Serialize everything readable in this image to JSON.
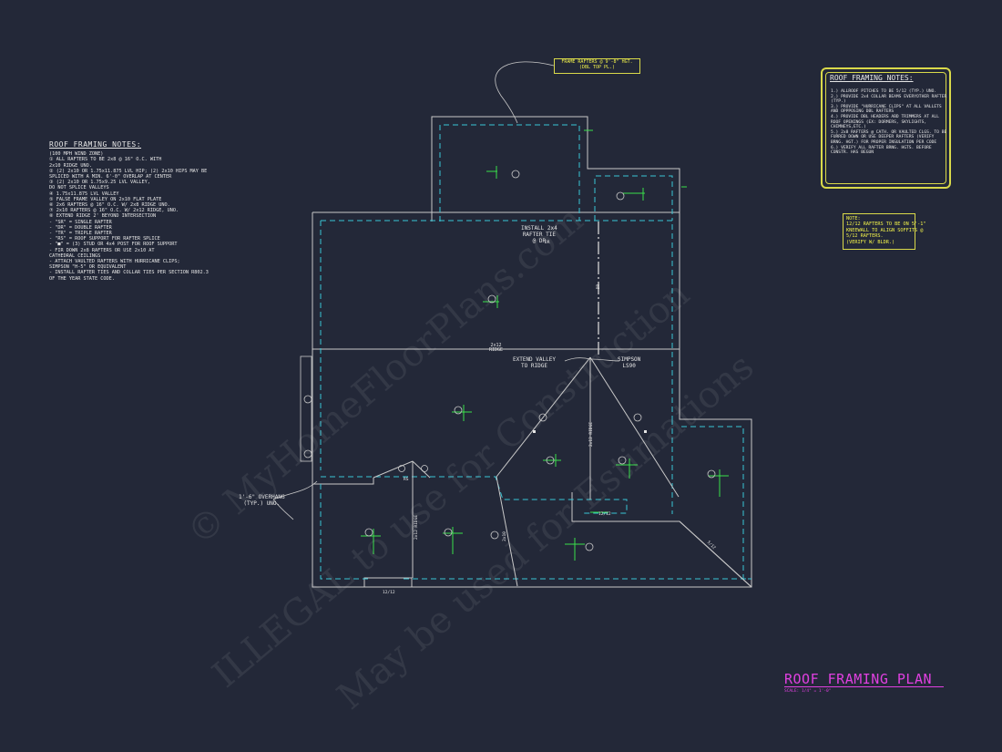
{
  "left_notes": {
    "title": "ROOF FRAMING NOTES:",
    "lines": [
      "(100 MPH WIND ZONE)",
      "① ALL RAFTERS TO BE 2x8 @ 16\" O.C. WITH",
      "   2x10 RIDGE UNO.",
      "② (2) 2x10 OR 1.75x11.875 LVL HIP; (2) 2x10 HIPS MAY BE",
      "   SPLICED WITH A MIN. 6'-0\" OVERLAP AT CENTER",
      "③ (2) 2x10 OR 1.75x9.25 LVL VALLEY,",
      "   DO NOT SPLICE VALLEYS",
      "④ 1.75x11.875 LVL VALLEY",
      "⑤ FALSE FRAME VALLEY ON 2x10 FLAT PLATE",
      "⑥ 2x6 RAFTERS @ 16\" O.C. W/ 2x8 RIDGE UNO.",
      "⑦ 2x10 RAFTERS @ 16\" O.C. W/ 2x12 RIDGE, UNO.",
      "⑧ EXTEND RIDGE 2' BEYOND INTERSECTION",
      "- \"SR\" = SINGLE RAFTER",
      "- \"DR\" = DOUBLE RAFTER",
      "- \"TR\" = TRIPLE RAFTER",
      "- \"RS\" = ROOF SUPPORT FOR RAFTER SPLICE",
      "- \"■\" = (3) STUD OR 4x4 POST FOR ROOF SUPPORT",
      "- FIR DOWN 2x8 RAFTERS OR USE 2x10 AT",
      "  CATHEDRAL CEILINGS",
      "- ATTACH VAULTED RAFTERS WITH HURRICANE CLIPS;",
      "  SIMPSON \"H-5\" OR EQUIVALENT",
      "- INSTALL RAFTER TIES AND COLLAR TIES PER SECTION R802.3",
      "  OF THE YEAR STATE CODE."
    ]
  },
  "right_notes": {
    "title": "ROOF FRAMING NOTES:",
    "lines": [
      "1.) ALLROOF PITCHES TO BE  5/12 (TYP.) UNO.",
      "2.) PROVIDE 2x4 COLLAR BEAMS EVERYOTHER RAFTER (TYP.)",
      "3.) PROVIDE \"HURRICANE CLIPS\" AT ALL VALLETS AND OPPPOSING DBL RAFTERS",
      "4.) PROVIDE DBL HEADERS ABD TRIMMERS AT ALL ROOF OPENINGS (EX: DORMERS, SKYLIGHTS, CHIMNEYS,ETC.)",
      "5.) 2x8 RAFTERS @ CATH. OR VAULTED CLGS. TO BE FURRED DOWN OR USE DEEPER RAFTERS (VERIFY BRNG. HGT.) FOR PROPER INSULATION PER CODE",
      "6.) VERIFY ALL RAFTER BRNG. HGTS. BEFORE CONSTR. HAS BEGUN"
    ]
  },
  "note_box": {
    "lines": [
      "NOTE:",
      "12/12 RAFTERS TO BE ON 5'-1\"",
      "KNEEWALL TO ALIGN SOFFITS @",
      "5/12 RAFTERS.",
      "(VERIFY W/ BLDR.)"
    ]
  },
  "callouts": {
    "frame_rafters": [
      "FRAME RAFTERS @ 9'-8\" HGT.",
      "(DBL TOP PL.)"
    ],
    "install_tie": [
      "INSTALL 2x4",
      "RAFTER TIE",
      "@ DR"
    ],
    "ridge_2x2": [
      "2x12",
      "RIDGE"
    ],
    "extend_valley": [
      "EXTEND VALLEY",
      "TO RIDGE"
    ],
    "simpson": [
      "SIMPSON",
      "LS90"
    ],
    "overhang": [
      "1'-6\" OVERHANG",
      "(TYP.) UNO."
    ],
    "small": [
      "12/12",
      "12/12",
      "5/12",
      "DR",
      "RS",
      "2x10",
      "2x12 RIDGE",
      "2x12 RIDGE",
      "DR"
    ]
  },
  "title": {
    "text": "ROOF FRAMING PLAN",
    "scale": "SCALE: 1/4\" = 1'-0\""
  },
  "watermarks": [
    "© MyHomeFloorPlans.com",
    "ILLEGAL to use for Construction",
    "May be used for Estimations"
  ],
  "colors": {
    "background": "#232838",
    "lines": "#c9c9c9",
    "dashed": "#39c6d6",
    "symbols": "#39e04a",
    "notes_accent": "#f2f24a",
    "title": "#e040e0"
  }
}
